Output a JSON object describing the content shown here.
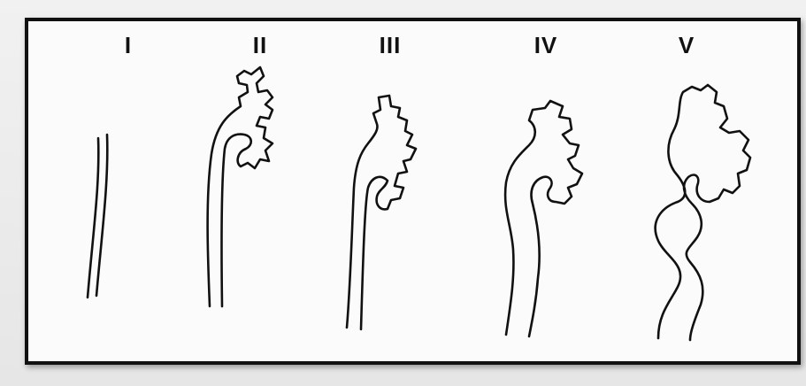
{
  "figure": {
    "grades": [
      {
        "label": "I"
      },
      {
        "label": "II"
      },
      {
        "label": "III"
      },
      {
        "label": "IV"
      },
      {
        "label": "V"
      }
    ]
  }
}
